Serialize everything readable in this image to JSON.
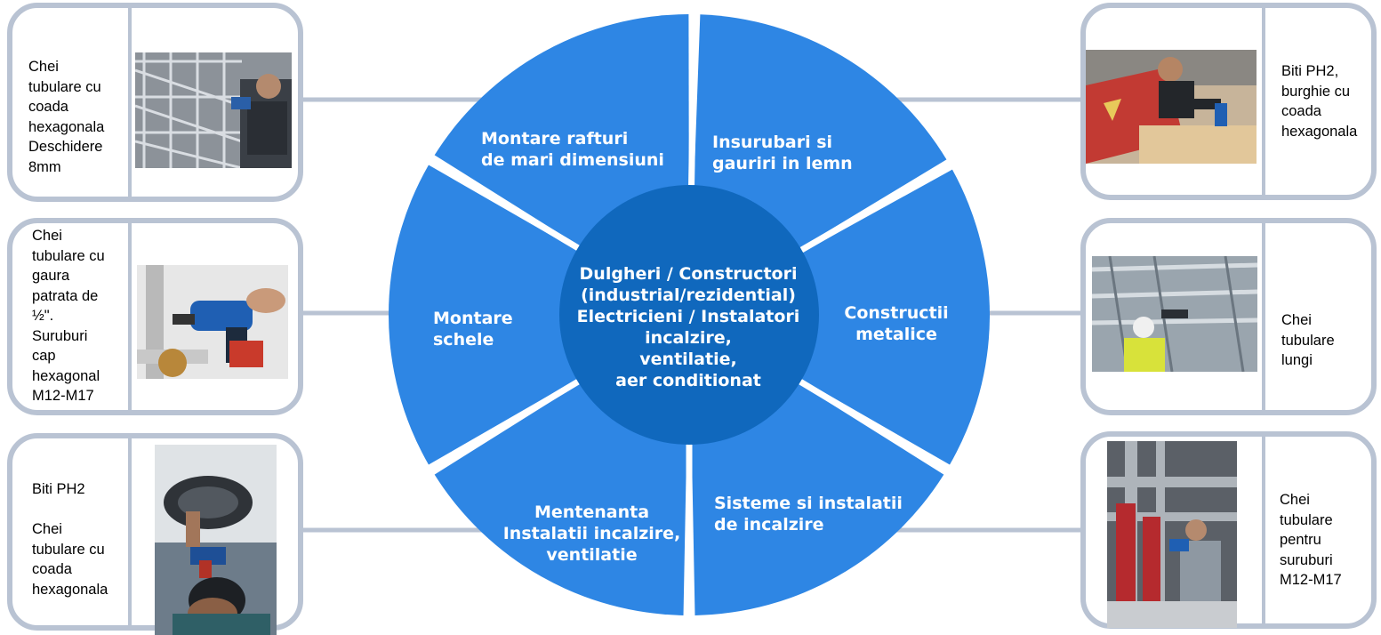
{
  "center": {
    "label": "Dulgheri / Constructori\n(industrial/rezidential)\nElectricieni / Instalatori\nincalzire,\nventilatie,\naer conditionat"
  },
  "segments": [
    {
      "label": "Montare rafturi\nde mari dimensiuni"
    },
    {
      "label": "Insurubari si\ngauriri in lemn"
    },
    {
      "label": "Constructii\nmetalice"
    },
    {
      "label": "Sisteme si instalatii\nde incalzire"
    },
    {
      "label": "Mentenanta\nInstalatii incalzire,\nventilatie"
    },
    {
      "label": "Montare\nschele"
    }
  ],
  "cards": [
    {
      "text": "Chei\ntubulare cu\ncoada\nhexagonala\nDeschidere\n8mm",
      "image": "warehouse-rack-worker-photo"
    },
    {
      "text": "Chei\ntubulare cu\ngaura\npatrata de\n½\".\nSuruburi\ncap\nhexagonal\nM12-M17",
      "image": "impact-wrench-scaffold-photo"
    },
    {
      "text": "Biti PH2\n\nChei\ntubulare cu\ncoada\nhexagonala",
      "image": "ceiling-vent-install-photo"
    },
    {
      "text": "Biti PH2,\nburghie cu\ncoada\nhexagonala",
      "image": "carpenter-wood-drilling-photo"
    },
    {
      "text": "Chei\ntubulare\nlungi",
      "image": "steel-structure-worker-photo"
    },
    {
      "text": "Chei\ntubulare\npentru\nsuruburi\nM12-M17",
      "image": "heating-pipes-worker-photo"
    }
  ],
  "colors": {
    "segment": "#2e86e4",
    "center": "#1068bd",
    "border": "#b9c3d3"
  }
}
